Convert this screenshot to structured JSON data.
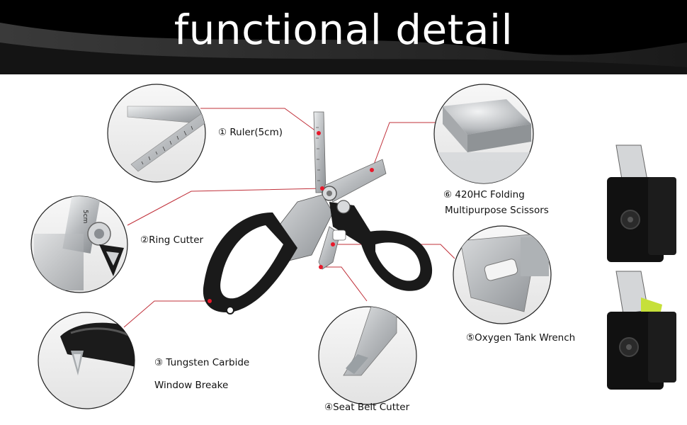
{
  "banner": {
    "title": "functional detail"
  },
  "callouts": {
    "ruler": "① Ruler(5cm)",
    "ring_cutter": "②Ring Cutter",
    "carbide_line1": "③ Tungsten Carbide",
    "carbide_line2": "Window Breake",
    "seatbelt": "④Seat Belt Cutter",
    "wrench": "⑤Oxygen Tank Wrench",
    "scissors_line1": "⑥ 420HC Folding",
    "scissors_line2": "Multipurpose Scissors"
  },
  "ruler_marking": "5cm",
  "colors": {
    "banner": "#000000",
    "leader_line": "#c0303a",
    "marker_dot": "#e8182a",
    "handle": "#1a1a1a",
    "steel": "#c9cbcd",
    "sheath": "#111111",
    "accent_lime": "#c6e03a"
  }
}
